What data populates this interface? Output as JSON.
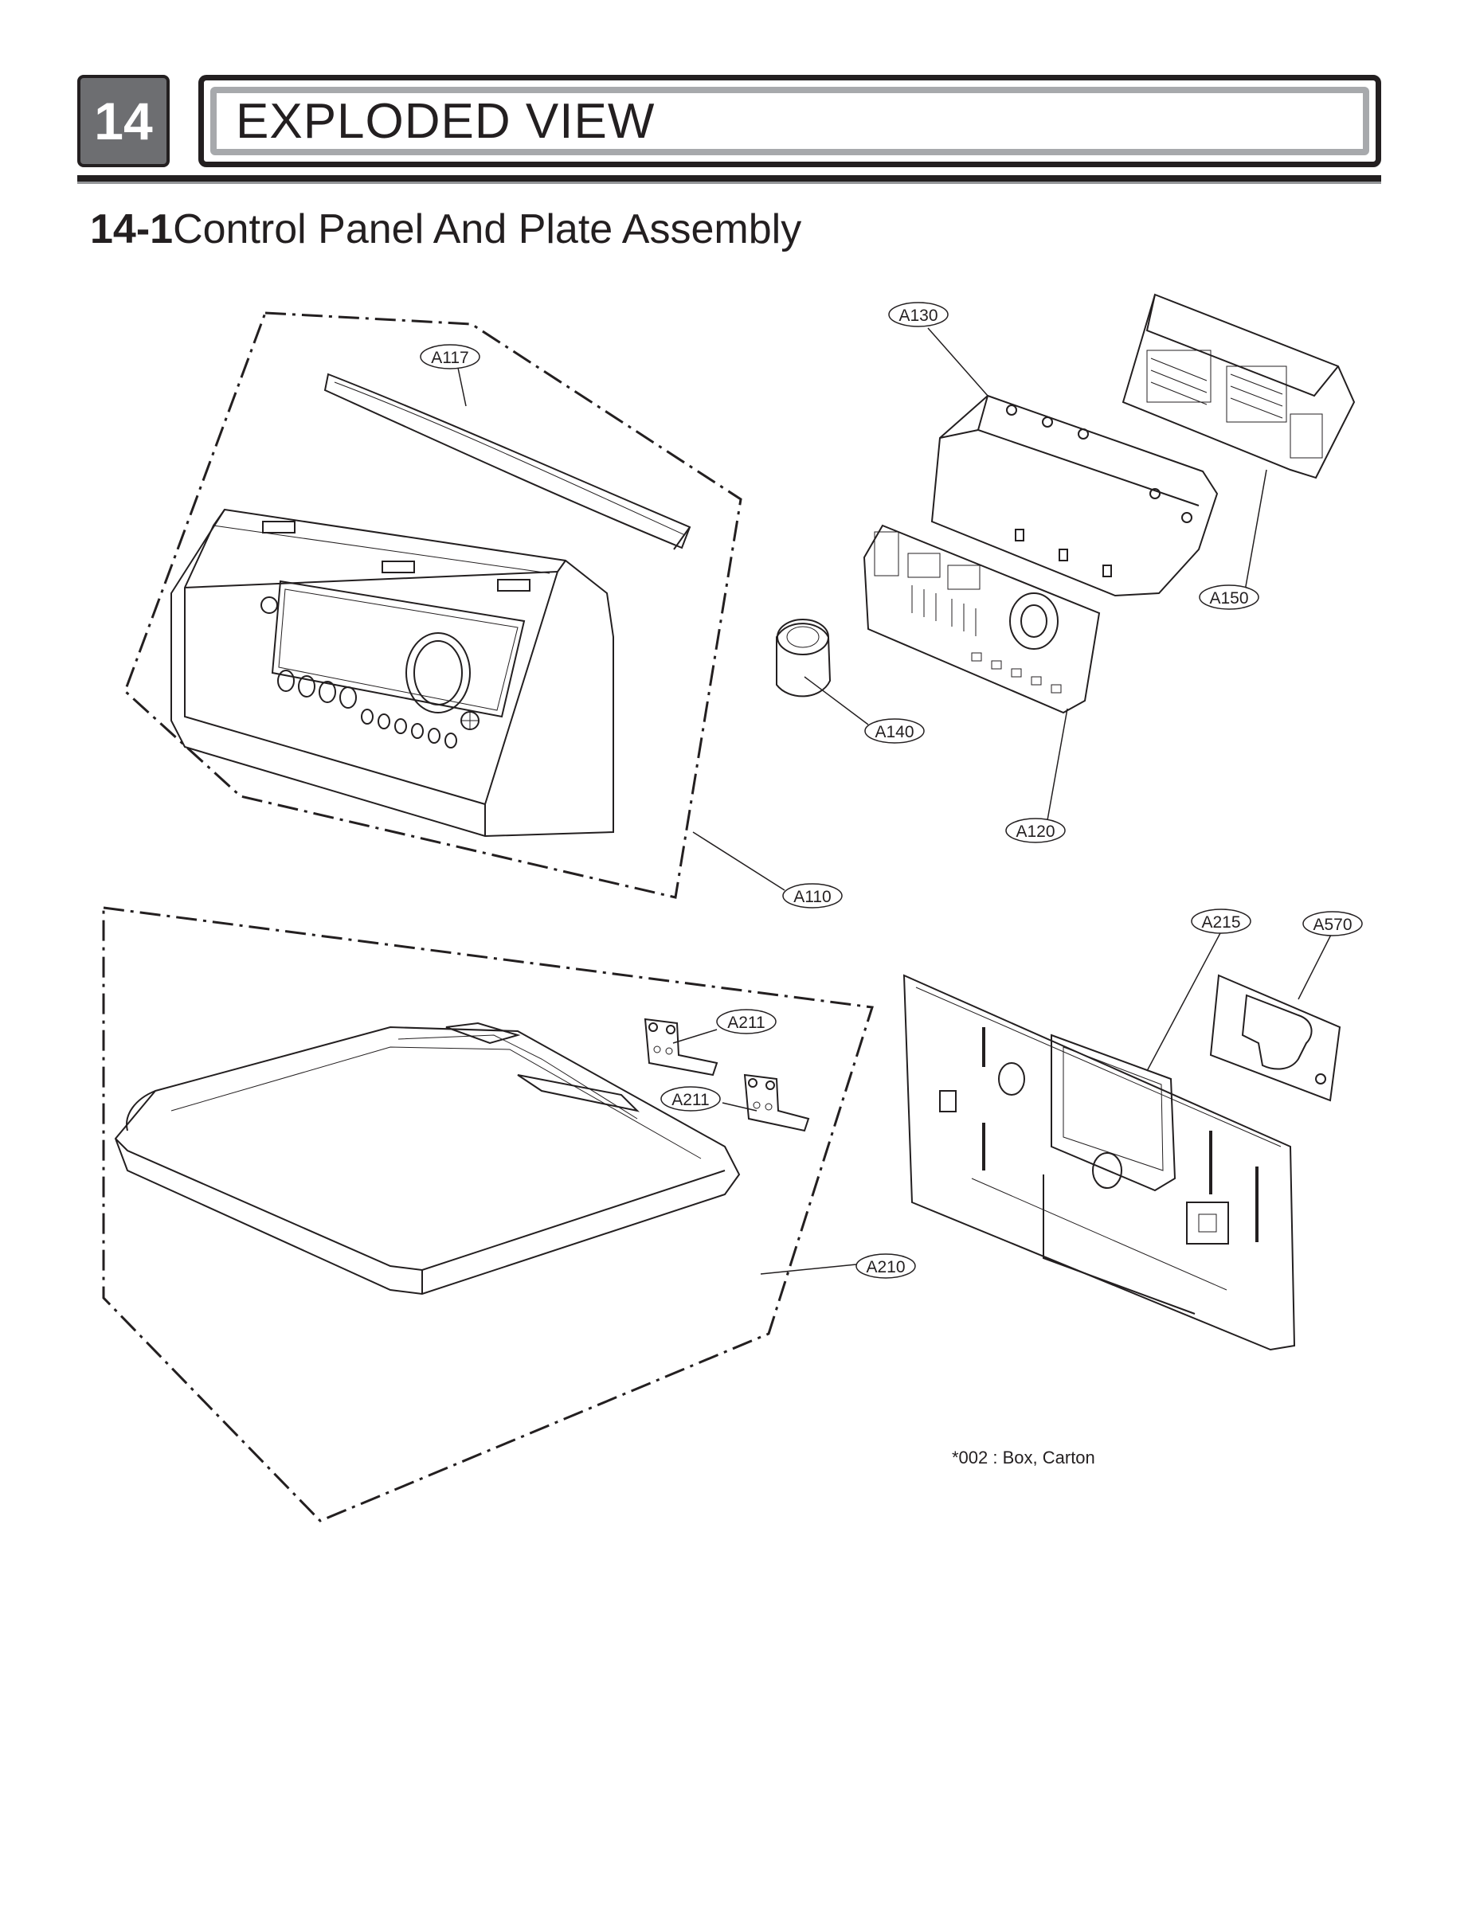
{
  "section": {
    "number": "14",
    "title": "EXPLODED VIEW"
  },
  "subsection": {
    "number": "14-1",
    "title": "Control Panel And Plate Assembly"
  },
  "callouts": [
    {
      "id": "a117",
      "label": "A117"
    },
    {
      "id": "a130",
      "label": "A130"
    },
    {
      "id": "a150",
      "label": "A150"
    },
    {
      "id": "a140",
      "label": "A140"
    },
    {
      "id": "a120",
      "label": "A120"
    },
    {
      "id": "a110",
      "label": "A110"
    },
    {
      "id": "a215",
      "label": "A215"
    },
    {
      "id": "a570",
      "label": "A570"
    },
    {
      "id": "a211-top",
      "label": "A211"
    },
    {
      "id": "a211-bottom",
      "label": "A211"
    },
    {
      "id": "a210",
      "label": "A210"
    }
  ],
  "note": "*002 : Box, Carton",
  "colors": {
    "ink": "#231f20",
    "badge": "#6d6e71",
    "frame_gray": "#a7a9ac"
  }
}
